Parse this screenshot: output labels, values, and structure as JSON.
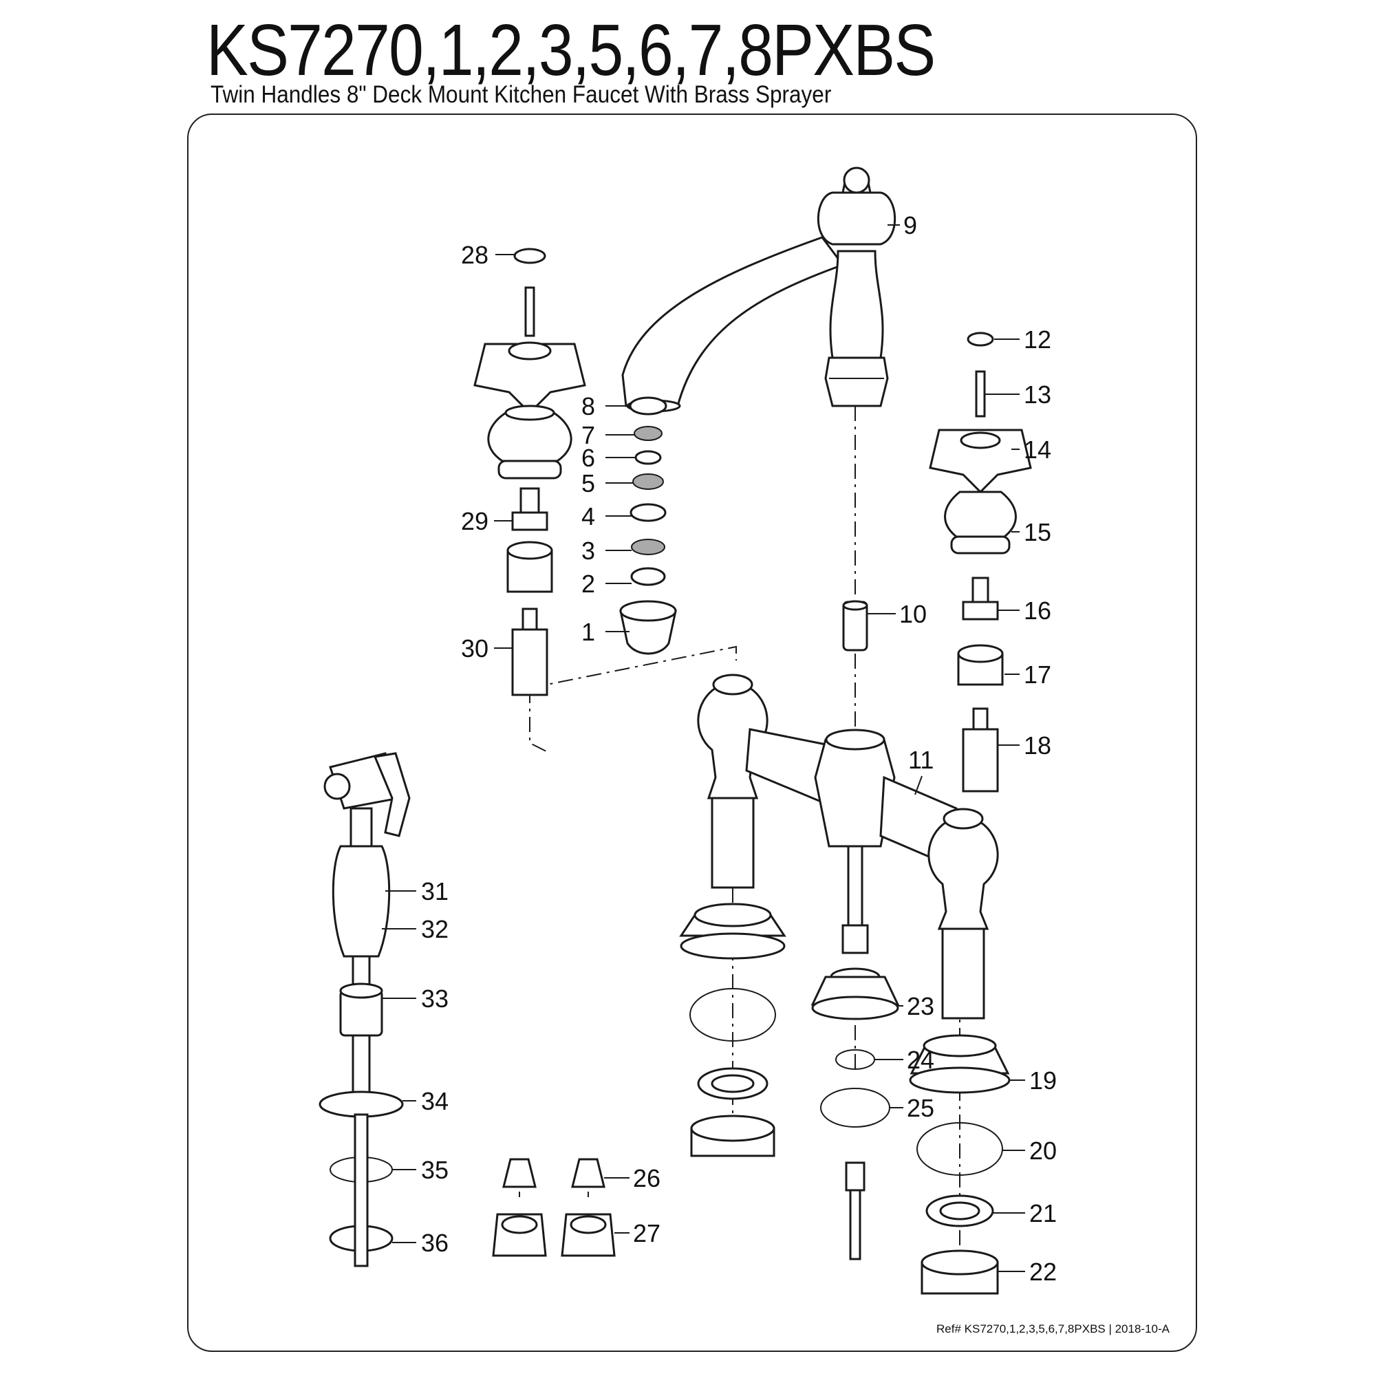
{
  "header": {
    "title": "KS7270,1,2,3,5,6,7,8PXBS",
    "subtitle": "Twin Handles 8\" Deck Mount Kitchen Faucet With Brass Sprayer"
  },
  "footer": {
    "reference": "Ref# KS7270,1,2,3,5,6,7,8PXBS | 2018-10-A"
  },
  "callouts": [
    "1",
    "2",
    "3",
    "4",
    "5",
    "6",
    "7",
    "8",
    "9",
    "10",
    "11",
    "12",
    "13",
    "14",
    "15",
    "16",
    "17",
    "18",
    "19",
    "20",
    "21",
    "22",
    "23",
    "24",
    "25",
    "26",
    "27",
    "28",
    "29",
    "30",
    "31",
    "32",
    "33",
    "34",
    "35",
    "36"
  ]
}
